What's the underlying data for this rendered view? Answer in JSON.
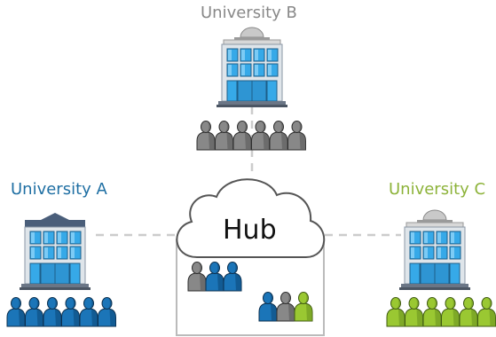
{
  "nodes": {
    "university_b": {
      "label": "University B",
      "color": "#888888",
      "people_color": "gray",
      "people_count": 6
    },
    "university_a": {
      "label": "University A",
      "color": "#1f6fa3",
      "people_color": "blue",
      "people_count": 6
    },
    "university_c": {
      "label": "University C",
      "color": "#8db33a",
      "people_color": "green",
      "people_count": 6
    },
    "hub": {
      "label": "Hub"
    }
  },
  "hub_groups": [
    [
      "gray",
      "blue",
      "blue"
    ],
    [
      "blue",
      "gray",
      "green"
    ]
  ],
  "colors": {
    "connector": "#cccccc",
    "hub_box": "#bbbbbb",
    "cloud_stroke": "#555555",
    "person": {
      "gray": {
        "fill": "#888888",
        "shade": "#5a5a5a",
        "edge": "#2d2d2d"
      },
      "blue": {
        "fill": "#1b75b8",
        "shade": "#0d4a7a",
        "edge": "#0b2f4e"
      },
      "green": {
        "fill": "#9ac832",
        "shade": "#6c9420",
        "edge": "#3f5a12"
      }
    }
  }
}
